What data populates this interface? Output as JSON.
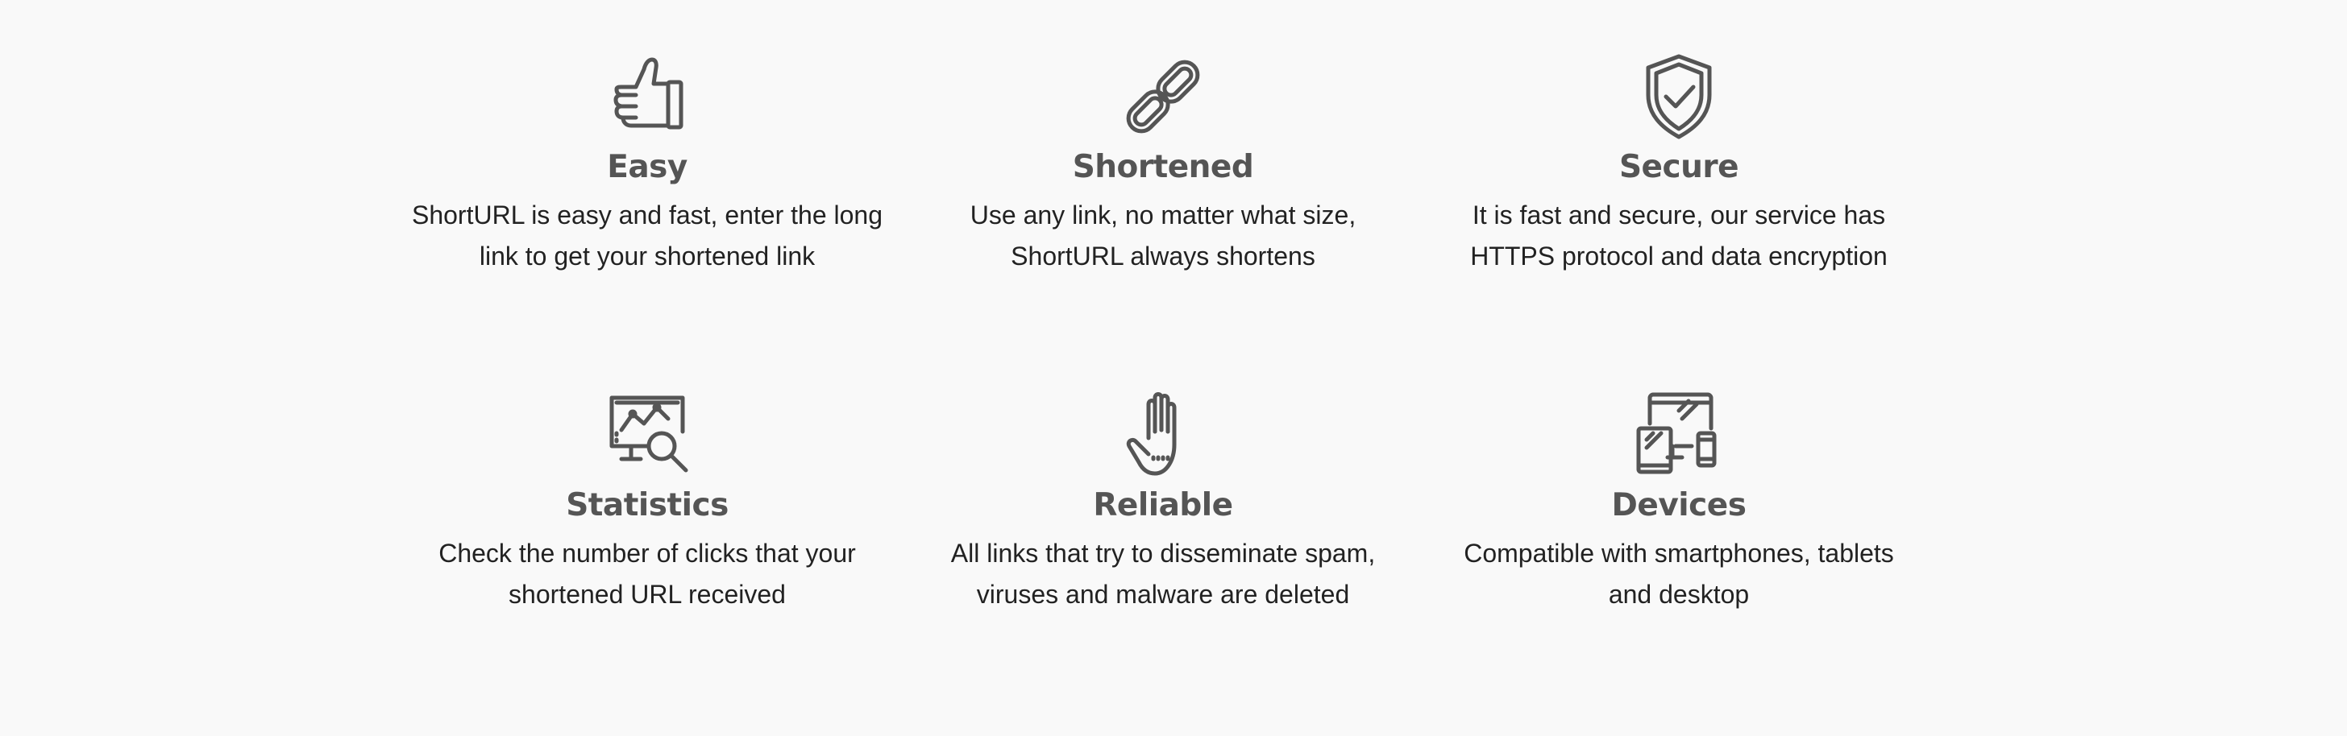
{
  "colors": {
    "background": "#f9f9f9",
    "icon": "#555555",
    "title": "#555555",
    "text": "#222222"
  },
  "features": [
    {
      "icon": "thumbs-up-icon",
      "title": "Easy",
      "desc_line1": "ShortURL is easy and fast, enter the long",
      "desc_line2": "link to get your shortened link"
    },
    {
      "icon": "link-icon",
      "title": "Shortened",
      "desc_line1": "Use any link, no matter what size,",
      "desc_line2": "ShortURL always shortens"
    },
    {
      "icon": "shield-check-icon",
      "title": "Secure",
      "desc_line1": "It is fast and secure, our service has",
      "desc_line2": "HTTPS protocol and data encryption"
    },
    {
      "icon": "monitor-magnifier-icon",
      "title": "Statistics",
      "desc_line1": "Check the number of clicks that your",
      "desc_line2": "shortened URL received"
    },
    {
      "icon": "hand-stop-icon",
      "title": "Reliable",
      "desc_line1": "All links that try to disseminate spam,",
      "desc_line2": "viruses and malware are deleted"
    },
    {
      "icon": "devices-icon",
      "title": "Devices",
      "desc_line1": "Compatible with smartphones, tablets",
      "desc_line2": "and desktop"
    }
  ]
}
